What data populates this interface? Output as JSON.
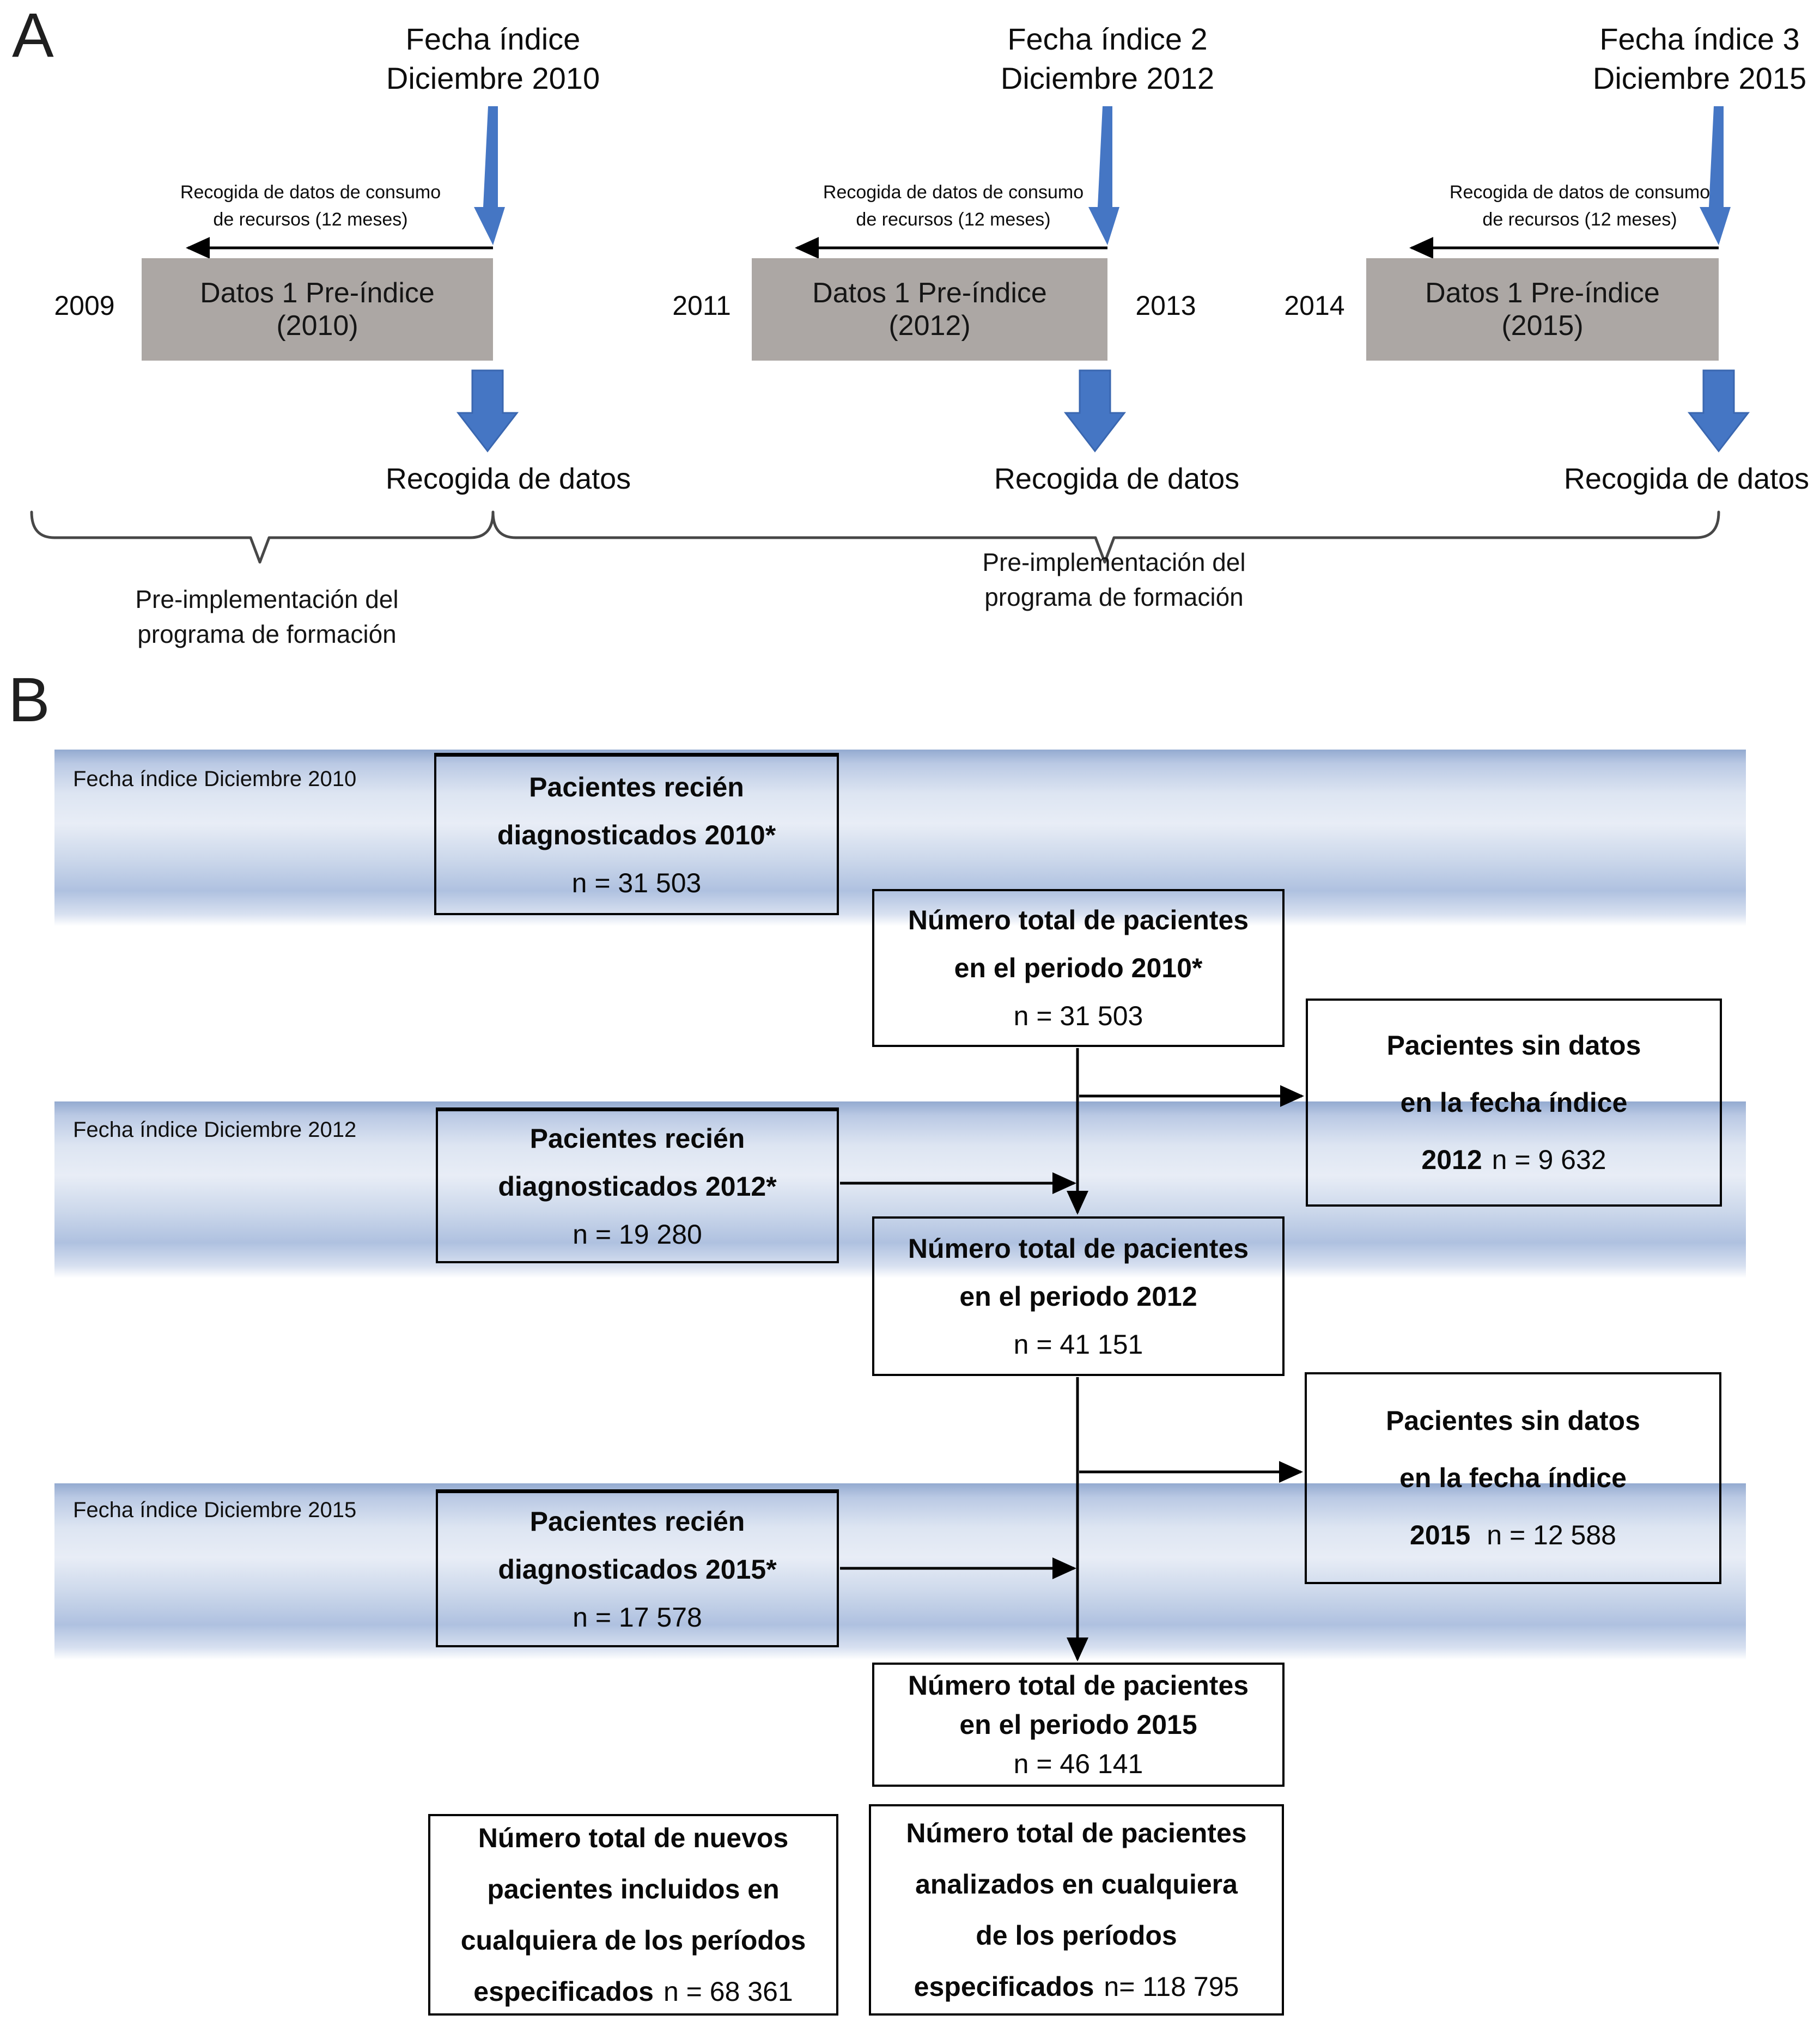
{
  "colors": {
    "accent_blue": "#4576c4",
    "accent_blue_dark": "#3a67b0",
    "timeline_gray": "#aca7a4",
    "band_blue_top": "#93aad0",
    "connector_black": "#000000",
    "brace_gray": "#474747"
  },
  "panelA": {
    "section_label": "A",
    "timelines": [
      {
        "header1": "Fecha índice",
        "header2": "Diciembre 2010",
        "collect1": "Recogida de datos de consumo",
        "collect2": "de recursos (12 meses)",
        "box1": "Datos 1 Pre-índice",
        "box2": "(2010)",
        "recogida": "Recogida de datos"
      },
      {
        "header1": "Fecha índice 2",
        "header2": "Diciembre 2012",
        "collect1": "Recogida de datos de consumo",
        "collect2": "de recursos (12 meses)",
        "box1": "Datos 1 Pre-índice",
        "box2": "(2012)",
        "recogida": "Recogida de datos"
      },
      {
        "header1": "Fecha índice 3",
        "header2": "Diciembre 2015",
        "collect1": "Recogida de datos de consumo",
        "collect2": "de recursos (12 meses)",
        "box1": "Datos 1 Pre-índice",
        "box2": "(2015)",
        "recogida": "Recogida de datos"
      }
    ],
    "years": [
      "2009",
      "2011",
      "2013",
      "2014"
    ],
    "brace_labels": [
      {
        "line1": "Pre-implementación del",
        "line2": "programa de formación"
      },
      {
        "line1": "Pre-implementación del",
        "line2": "programa de formación"
      }
    ]
  },
  "panelB": {
    "section_label": "B",
    "bands": [
      {
        "label": "Fecha índice Diciembre 2010"
      },
      {
        "label": "Fecha índice Diciembre 2012"
      },
      {
        "label": "Fecha índice Diciembre 2015"
      }
    ],
    "boxes": {
      "diag2010": {
        "l1": "Pacientes recién",
        "l2": "diagnosticados 2010*",
        "n": "n = 31 503"
      },
      "total2010": {
        "l1": "Número total de pacientes",
        "l2": "en el periodo 2010*",
        "n": "n = 31 503"
      },
      "sin2012": {
        "l1": "Pacientes sin datos",
        "l2": "en la fecha índice",
        "year": "2012",
        "n": "n = 9 632"
      },
      "diag2012": {
        "l1": "Pacientes recién",
        "l2": "diagnosticados 2012*",
        "n": "n = 19 280"
      },
      "total2012": {
        "l1": "Número total de pacientes",
        "l2": "en el periodo 2012",
        "n": "n = 41 151"
      },
      "sin2015": {
        "l1": "Pacientes sin datos",
        "l2": "en la fecha índice",
        "year": "2015",
        "n": "n = 12 588"
      },
      "diag2015": {
        "l1": "Pacientes recién",
        "l2": "diagnosticados 2015*",
        "n": "n = 17 578"
      },
      "total2015": {
        "l1": "Número total de pacientes",
        "l2": "en el periodo 2015",
        "n": "n = 46 141"
      },
      "nuevos": {
        "l1": "Número total de nuevos",
        "l2": "pacientes incluidos en",
        "l3": "cualquiera de los períodos",
        "bold": "especificados",
        "n": "n = 68 361"
      },
      "analizados": {
        "l1": "Número total de pacientes",
        "l2": "analizados en cualquiera",
        "l3": "de los períodos",
        "bold": "especificados",
        "n": "n= 118 795"
      }
    }
  }
}
